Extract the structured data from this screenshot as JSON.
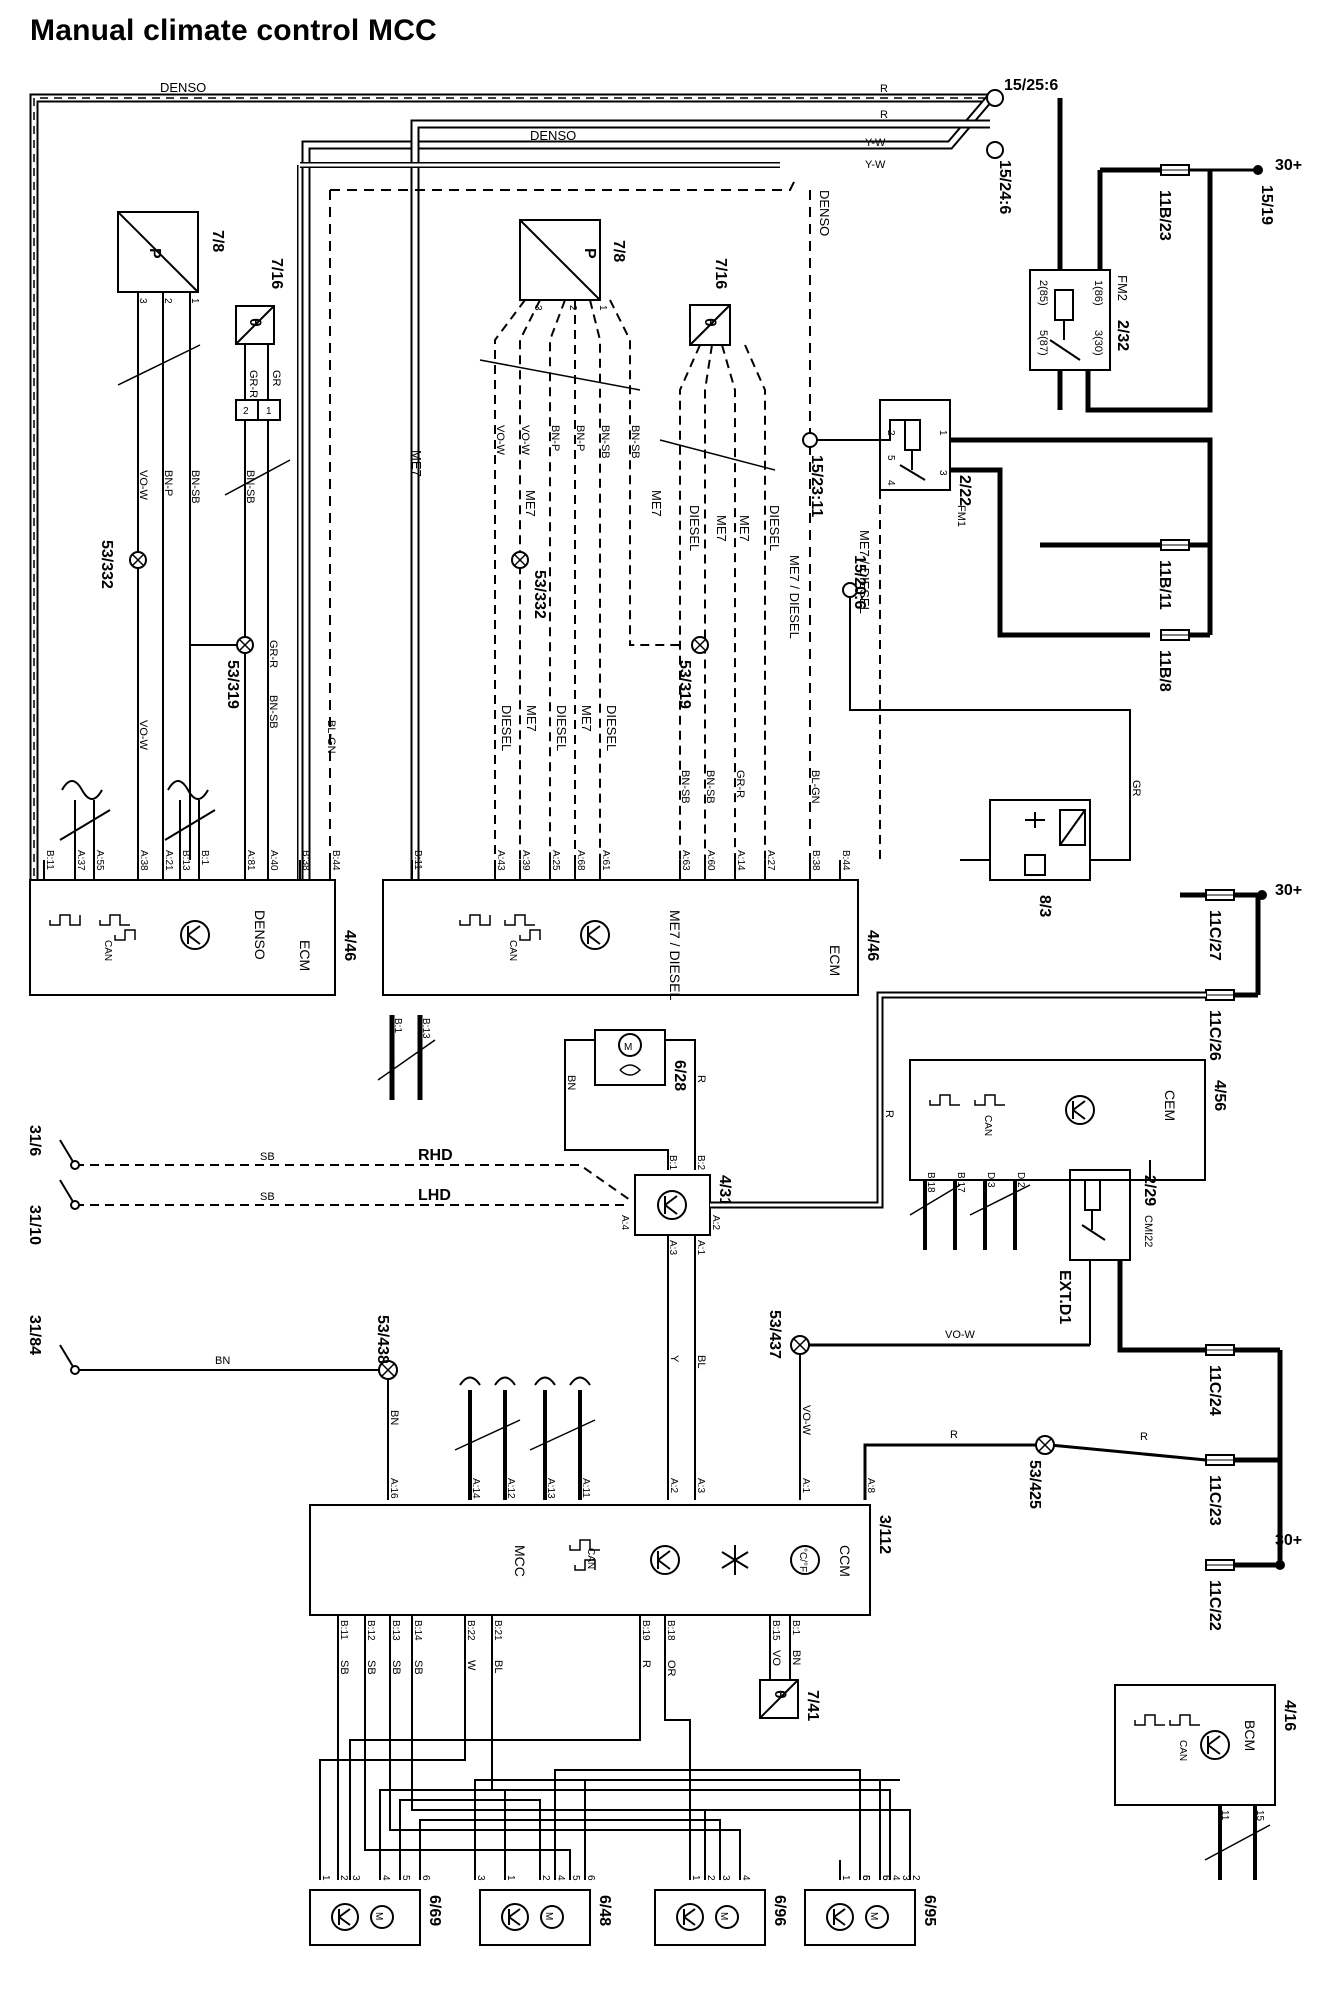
{
  "title": "Manual climate control MCC",
  "header_labels": {
    "denso_top": "DENSO",
    "denso_second": "DENSO",
    "denso_dashed": "DENSO",
    "r1": "R",
    "r2": "R",
    "yw1": "Y-W",
    "yw2": "Y-W",
    "splice_15_25_6": "15/25:6",
    "splice_15_24_6": "15/24:6",
    "plus30": "30+",
    "fuse_11b23": "11B/23",
    "fuse_15_19": "15/19",
    "relay_2_32": "2/32",
    "relay_fm2": "FM2",
    "relay_pins": [
      "2(85)",
      "1(86)",
      "3(30)",
      "5(87)"
    ]
  },
  "left_section": {
    "sensor_p_id": "7/8",
    "sensor_t_id": "7/16",
    "sensor_p_glyph": "P",
    "sensor_t_glyph": "θ",
    "pins": [
      "3",
      "2",
      "1"
    ],
    "gr_r": "GR-R",
    "gr": "GR",
    "conn": [
      "2",
      "1"
    ],
    "wire_labels": [
      "VO-W",
      "BN-P",
      "BN-SB",
      "BN-SB",
      "BN-SB",
      "GR-R",
      "VO-W",
      "BL-GN",
      "ME7"
    ],
    "splice_53_332": "53/332",
    "splice_53_319": "53/319",
    "ecm_pins": [
      "B:11",
      "A:37",
      "A:55",
      "A:38",
      "A:21",
      "B:13",
      "B:1",
      "A:81",
      "A:40",
      "B:38",
      "B:44"
    ],
    "ecm_id": "4/46",
    "ecm_name": "ECM",
    "ecm_sub": "DENSO",
    "can": "CAN"
  },
  "middle_section": {
    "sensor_p_id": "7/8",
    "sensor_t_id": "7/16",
    "pins": [
      "3",
      "2",
      "1"
    ],
    "wires": [
      "VO-W",
      "VO-W",
      "BN-P",
      "BN-P",
      "BN-SB",
      "BN-SB"
    ],
    "labels_me7": [
      "ME7",
      "ME7",
      "ME7",
      "ME7"
    ],
    "labels_diesel": [
      "DIESEL",
      "DIESEL",
      "DIESEL",
      "DIESEL"
    ],
    "splice_53_332": "53/332",
    "splice_53_319": "53/319",
    "bn_sb": "BN-SB",
    "gr_r": "GR-R",
    "bl_gn": "BL-GN",
    "me7_diesel": "ME7 / DIESEL",
    "splice_15_23_11": "15/23:11",
    "splice_15_20_6": "15/20:6",
    "ecm_pins": [
      "B:11",
      "A:43",
      "A:39",
      "A:25",
      "A:68",
      "A:61",
      "A:63",
      "A:60",
      "A:14",
      "A:27",
      "B:38",
      "B:44"
    ],
    "ecm_id": "4/46",
    "ecm_name": "ECM",
    "ecm_sub": "ME7 / DIESEL",
    "below_pins": [
      "B:1",
      "B:13"
    ]
  },
  "right_section": {
    "relay_2_22": "2/22",
    "relay_fm1": "FM1",
    "relay_pins": [
      "2",
      "1",
      "5",
      "3",
      "4"
    ],
    "fuse_11b11": "11B/11",
    "fuse_11b8": "11B/8",
    "sensor_8_3": "8/3",
    "gr": "GR",
    "fuse_11c27": "11C/27",
    "fuse_11c26": "11C/26",
    "fuse_11c24": "11C/24",
    "fuse_11c23": "11C/23",
    "fuse_11c22": "11C/22",
    "cem_id": "4/56",
    "cem_name": "CEM",
    "cem_pins": [
      "B:18",
      "B:17",
      "D:3",
      "D:2"
    ],
    "relay_2_29": "2/29",
    "relay_cmi22": "CMI22",
    "ext_d1": "EXT.D1",
    "splice_53_437": "53/437",
    "splice_53_425": "53/425",
    "bcm_id": "4/16",
    "bcm_name": "BCM",
    "bcm_pins": [
      "11",
      "15"
    ]
  },
  "fan_section": {
    "fan_id": "6/28",
    "module_id": "4/31",
    "module_pins": [
      "B:1",
      "B:2",
      "A:4",
      "A:2",
      "A:3",
      "A:1"
    ],
    "wires": [
      "BN",
      "R",
      "SB",
      "SB",
      "Y",
      "BL",
      "R",
      "VO-W",
      "BN"
    ],
    "rhd": "RHD",
    "lhd": "LHD",
    "ground_31_6": "31/6",
    "ground_31_10": "31/10",
    "ground_31_84": "31/84",
    "splice_53_438": "53/438"
  },
  "ccm": {
    "id": "3/112",
    "name": "MCC",
    "sub": "CCM",
    "top_pins": [
      "A:16",
      "A:14",
      "A:12",
      "A:13",
      "A:11",
      "A:2",
      "A:3",
      "A:1",
      "A:8"
    ],
    "bottom_pins": [
      "B:11",
      "B:12",
      "B:13",
      "B:14",
      "B:22",
      "B:21",
      "B:19",
      "B:18",
      "B:15",
      "B:1"
    ],
    "bottom_wires": [
      "SB",
      "SB",
      "SB",
      "SB",
      "W",
      "BL",
      "W",
      "R",
      "OR",
      "VO",
      "BN"
    ],
    "sensor_7_41": "7/41",
    "deg_label": "°C/°F"
  },
  "motors": [
    {
      "id": "6/69",
      "pins": [
        "1",
        "2",
        "3",
        "4",
        "5",
        "6"
      ]
    },
    {
      "id": "6/48",
      "pins": [
        "1",
        "3",
        "2",
        "4",
        "5",
        "6"
      ]
    },
    {
      "id": "6/96",
      "pins": [
        "1",
        "2",
        "3",
        "4",
        "5",
        "6"
      ]
    },
    {
      "id": "6/95",
      "pins": [
        "1",
        "6",
        "5",
        "4",
        "3",
        "2"
      ]
    }
  ]
}
